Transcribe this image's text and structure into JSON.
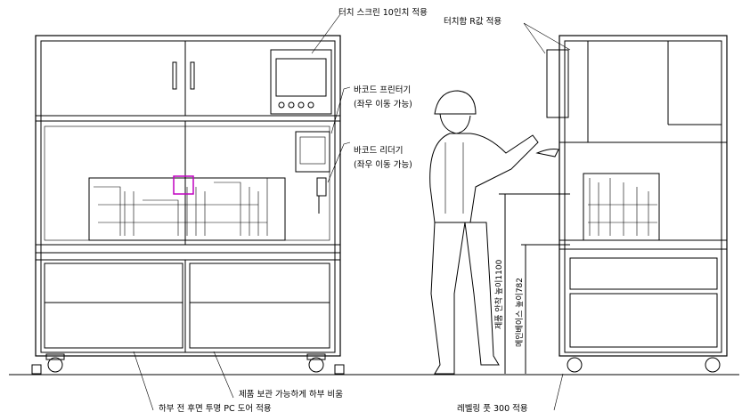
{
  "annotations": {
    "touch_screen": "터치 스크린 10인치 적용",
    "touch_box": "터치함 R값 적용",
    "barcode_printer": "바코드 프린터기",
    "barcode_printer_note": "(좌우 이동 가능)",
    "barcode_reader": "바코드 리더기",
    "barcode_reader_note": "(좌우 이동 가능)",
    "storage": "제품 보관 가능하게 하부 비움",
    "pc_door": "하부 전 후면 투명 PC 도어 적용",
    "leveling_foot": "레벨링 풋 300 적용"
  },
  "dimensions": {
    "seat_height": "제품 안착 높이1100",
    "base_height": "메인베이스 높이782"
  },
  "colors": {
    "line": "#000000",
    "highlight": "#c000c0"
  }
}
